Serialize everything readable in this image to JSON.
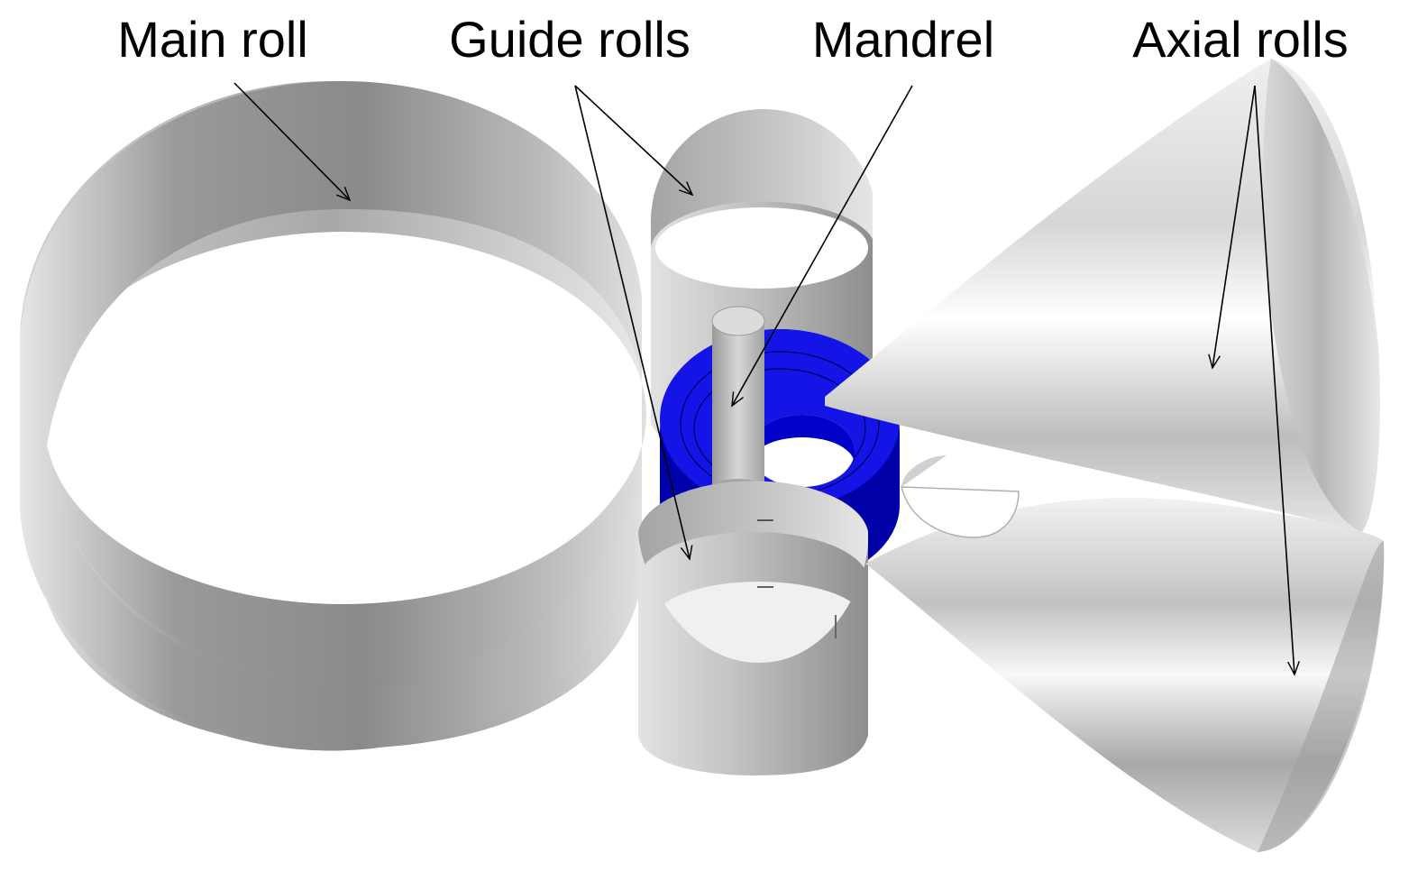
{
  "labels": {
    "main_roll": "Main roll",
    "guide_rolls": "Guide rolls",
    "mandrel": "Mandrel",
    "axial_rolls": "Axial rolls"
  },
  "colors": {
    "roll_dark": "#8c8c8c",
    "roll_light": "#e8e8e8",
    "ring_blue": "#1010e0",
    "ring_dark_blue": "#00009a",
    "arrow": "#000000"
  }
}
